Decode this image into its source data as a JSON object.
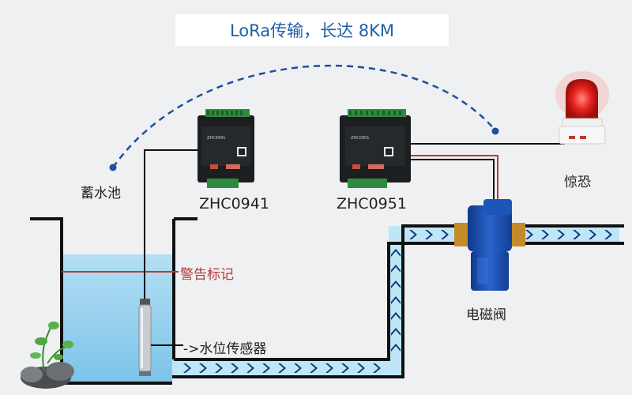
{
  "title": "LoRa传输，长达 8KM",
  "labels": {
    "reservoir": "蓄水池",
    "alarm": "惊恐",
    "warning_mark": "警告标记",
    "level_sensor": "->水位传感器",
    "solenoid_valve": "电磁阀"
  },
  "devices": {
    "left_model": "ZHC0941",
    "right_model": "ZHC0951",
    "left_screen": "ZHC0941",
    "right_screen": "ZHC0951"
  },
  "colors": {
    "title_text": "#1f5fa8",
    "dashed_link": "#1f4fa0",
    "water": "#9fd3ee",
    "pipe_fill": "#bfe6f8",
    "pipe_arrow": "#0d3a7a",
    "warning_line": "#c0392b",
    "valve": "#1a4fb5",
    "alarm_light": "#e52420"
  }
}
